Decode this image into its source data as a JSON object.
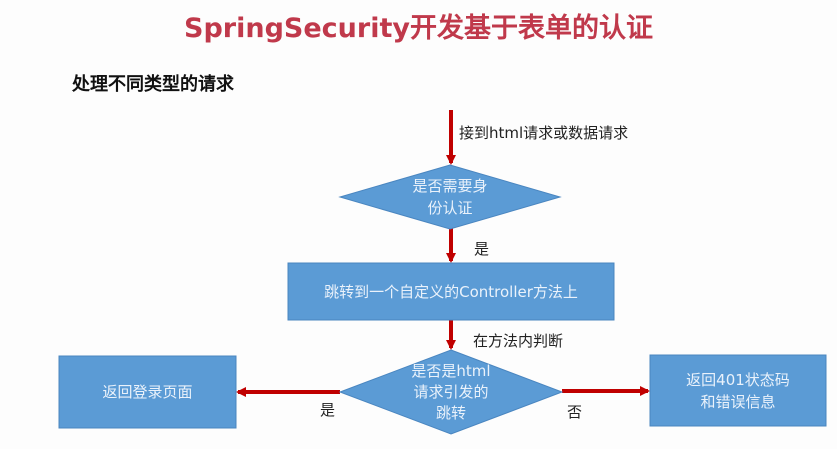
{
  "title": "SpringSecurity开发基于表单的认证",
  "subtitle": "处理不同类型的请求",
  "colors": {
    "title": "#c0394b",
    "node_fill": "#5b9bd5",
    "node_stroke": "#4a86c0",
    "arrow": "#c00000",
    "node_text": "#eaf2fb"
  },
  "flowchart": {
    "start_label": "接到html请求或数据请求",
    "decision1": {
      "line1": "是否需要身",
      "line2": "份认证"
    },
    "decision1_yes": "是",
    "process1": "跳转到一个自定义的Controller方法上",
    "process1_out": "在方法内判断",
    "decision2": {
      "line1": "是否是html",
      "line2": "请求引发的",
      "line3": "跳转"
    },
    "decision2_yes": "是",
    "decision2_no": "否",
    "yes_result": "返回登录页面",
    "no_result": {
      "line1": "返回401状态码",
      "line2": "和错误信息"
    }
  }
}
